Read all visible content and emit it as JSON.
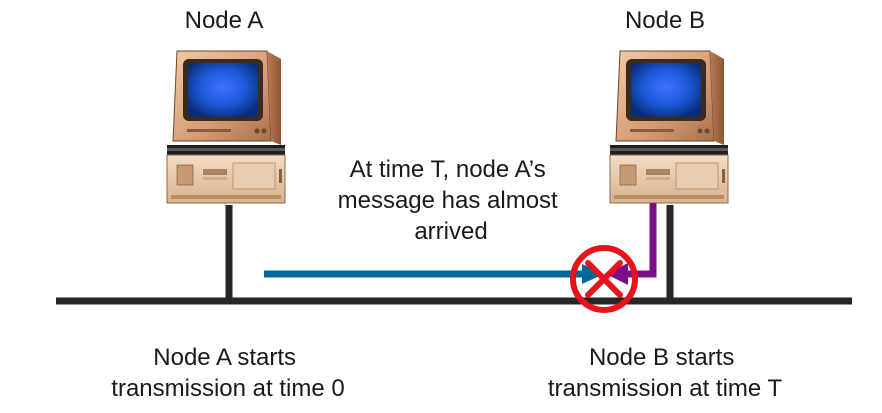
{
  "nodes": {
    "a": {
      "name": "Node A",
      "caption": [
        "Node A starts",
        "transmission at time 0"
      ]
    },
    "b": {
      "name": "Node B",
      "caption": [
        "Node B starts",
        "transmission at time T"
      ]
    }
  },
  "message": [
    "At time T, node A’s",
    "message has almost",
    "arrived"
  ],
  "colors": {
    "bus": "#262626",
    "signal_a": "#00679a",
    "signal_b": "#7b0f8a",
    "collision": "#e8121d"
  },
  "icons": {
    "computer": "desktop-computer-icon",
    "collision": "collision-no-icon"
  }
}
